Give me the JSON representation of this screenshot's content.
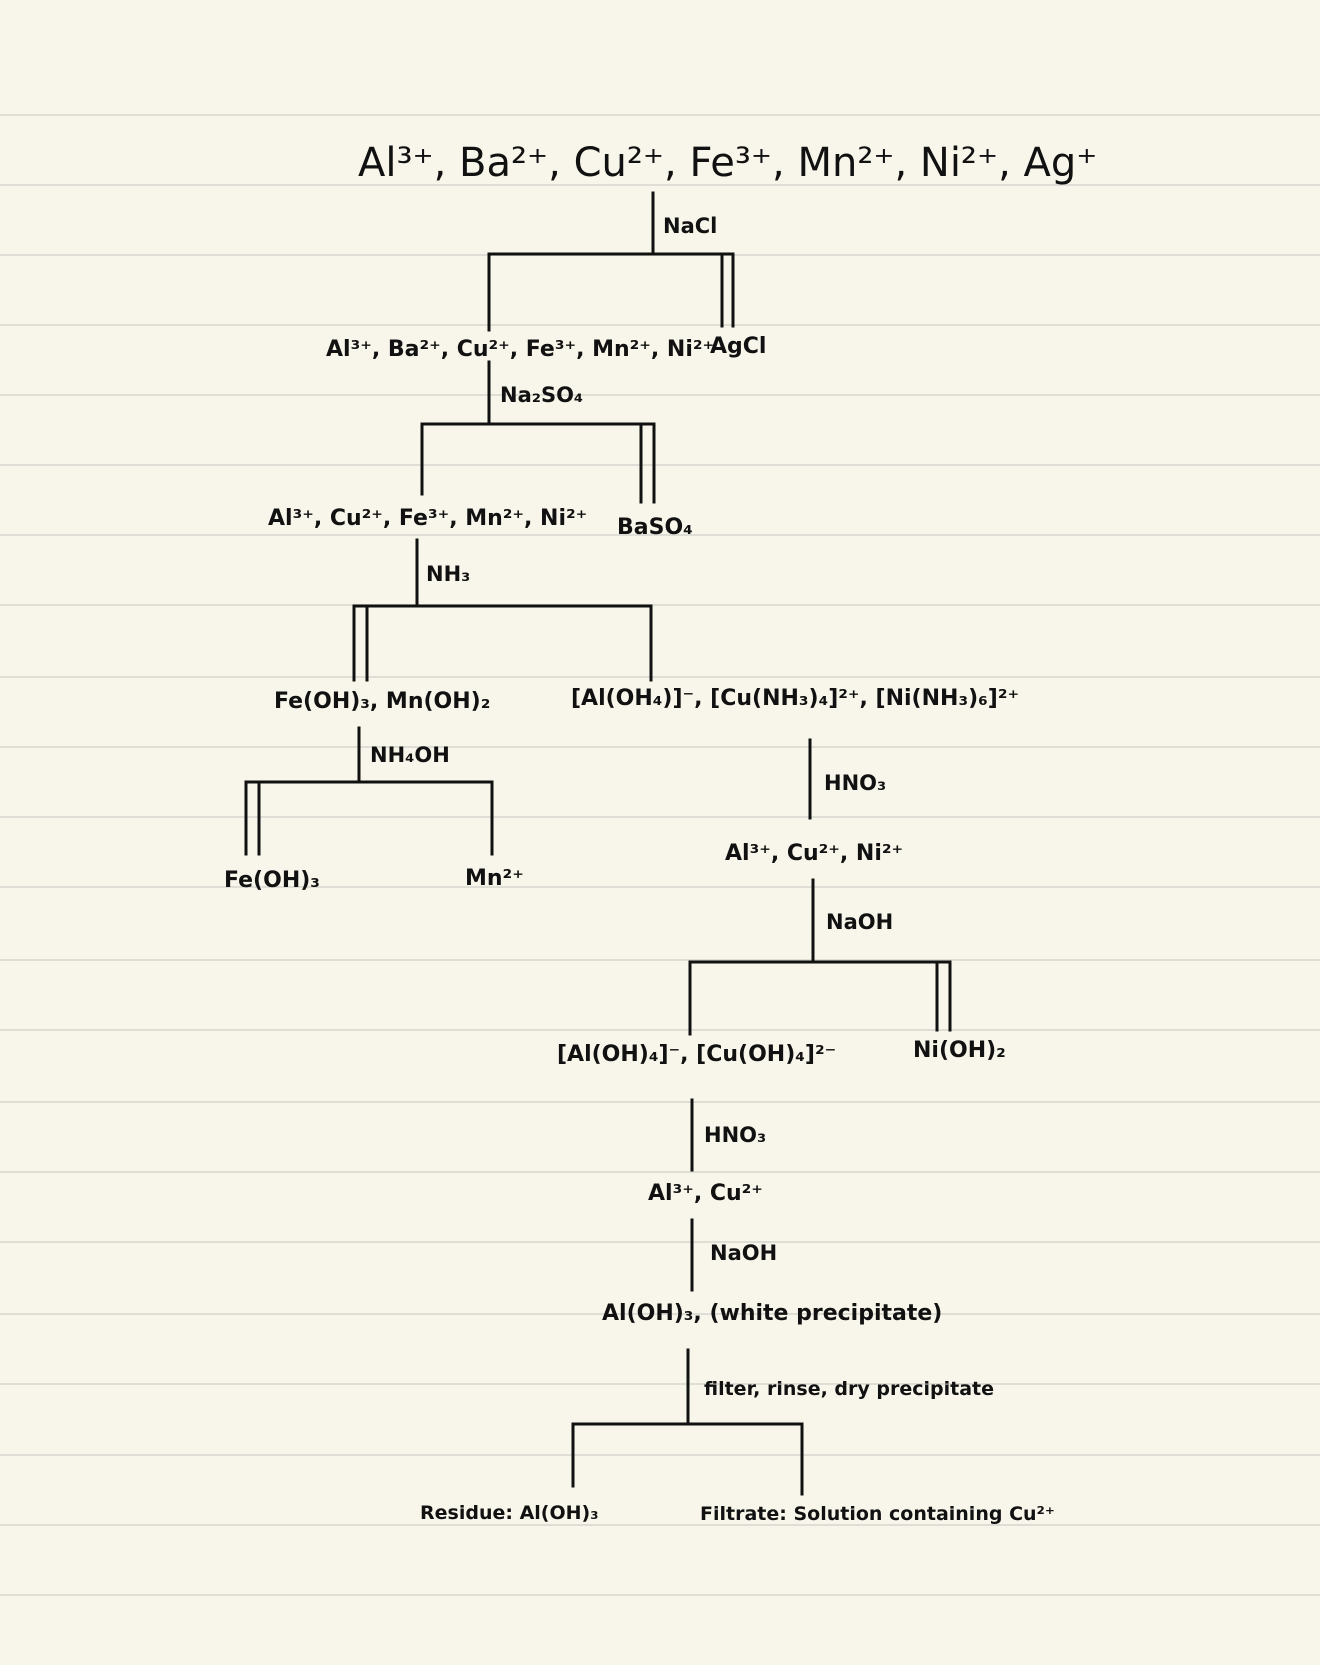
{
  "nodes": {
    "start": "Al³⁺, Ba²⁺, Cu²⁺, Fe³⁺, Mn²⁺, Ni²⁺, Ag⁺",
    "after_nacl": "Al³⁺, Ba²⁺, Cu²⁺, Fe³⁺, Mn²⁺, Ni²⁺",
    "agcl": "AgCl",
    "after_na2so4": "Al³⁺, Cu²⁺, Fe³⁺, Mn²⁺, Ni²⁺",
    "baso4": "BaSO₄",
    "fe_mn_ppt": "Fe(OH)₃, Mn(OH)₂",
    "complexes": "[Al(OH₄)]⁻, [Cu(NH₃)₄]²⁺, [Ni(NH₃)₆]²⁺",
    "feoh3": "Fe(OH)₃",
    "mn2": "Mn²⁺",
    "after_hno3_1": "Al³⁺, Cu²⁺, Ni²⁺",
    "al_cu_complexes": "[Al(OH)₄]⁻, [Cu(OH)₄]²⁻",
    "nioh2": "Ni(OH)₂",
    "after_hno3_2": "Al³⁺, Cu²⁺",
    "aloh3_white": "Al(OH)₃, (white precipitate)",
    "residue": "Residue: Al(OH)₃",
    "filtrate": "Filtrate: Solution containing Cu²⁺"
  },
  "reagents": {
    "nacl": "NaCl",
    "na2so4": "Na₂SO₄",
    "nh3": "NH₃",
    "nh4oh": "NH₄OH",
    "hno3_1": "HNO₃",
    "naoh_1": "NaOH",
    "hno3_2": "HNO₃",
    "naoh_2": "NaOH",
    "filter": "filter, rinse, dry precipitate"
  }
}
